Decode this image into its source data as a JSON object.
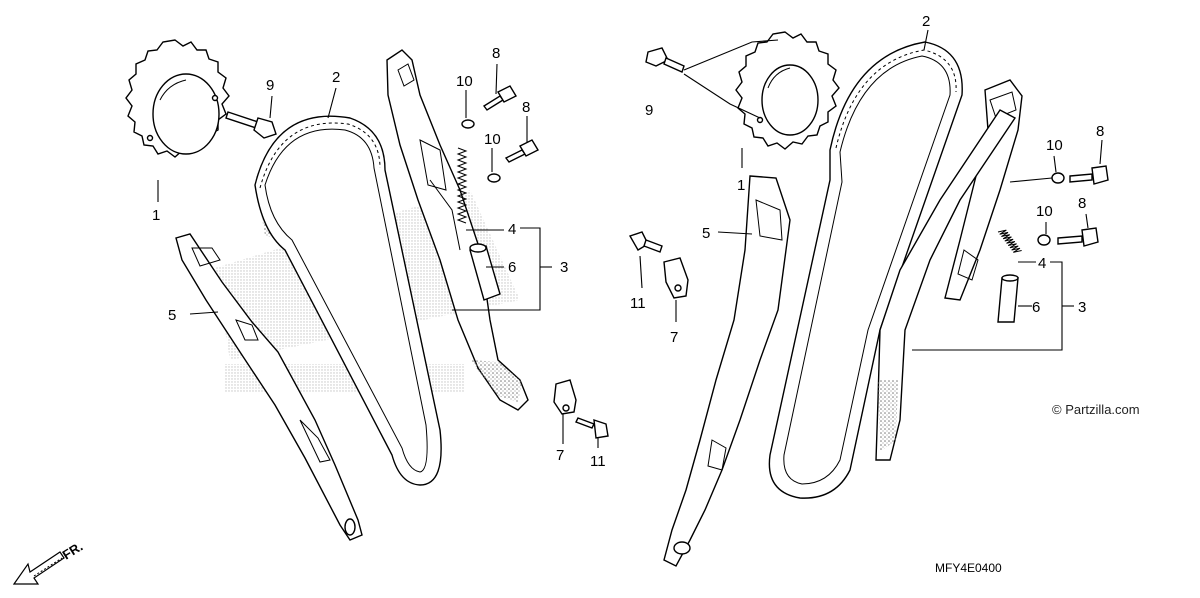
{
  "diagram_code": "MFY4E0400",
  "copyright": "© Partzilla.com",
  "direction_label": "FR.",
  "callouts": {
    "left": {
      "p1": "1",
      "p2": "2",
      "p3": "3",
      "p4": "4",
      "p5": "5",
      "p6": "6",
      "p7": "7",
      "p8a": "8",
      "p8b": "8",
      "p9": "9",
      "p10a": "10",
      "p10b": "10",
      "p11": "11"
    },
    "right": {
      "p1": "1",
      "p2": "2",
      "p3": "3",
      "p4": "4",
      "p5": "5",
      "p6": "6",
      "p7": "7",
      "p8a": "8",
      "p8b": "8",
      "p9": "9",
      "p10a": "10",
      "p10b": "10",
      "p11": "11"
    }
  },
  "colors": {
    "ink": "#000000",
    "background": "#ffffff",
    "watermark": "#c8c8c8"
  }
}
